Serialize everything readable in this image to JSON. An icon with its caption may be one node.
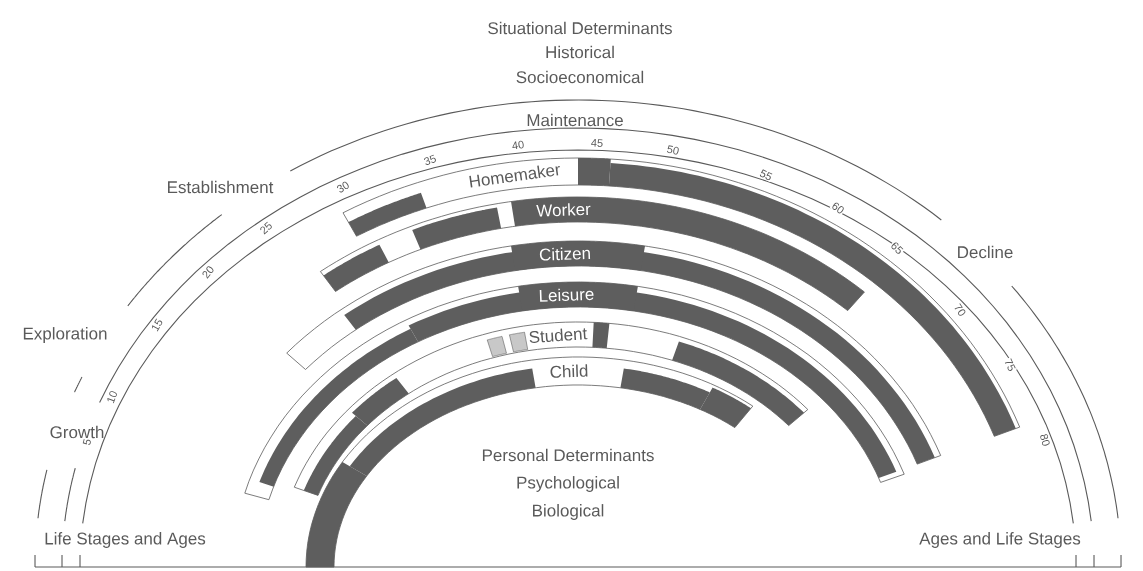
{
  "diagram": {
    "nodes": [
      {
        "text": [
          "Homemaker"
        ]
      },
      {
        "text": [
          "Worker"
        ]
      },
      {
        "text": [
          "Citizen"
        ]
      },
      {
        "text": [
          "Leisure"
        ]
      },
      {
        "text": [
          "Student"
        ]
      },
      {
        "text": [
          "Child"
        ]
      }
    ],
    "labels": [
      "Situational Determinants",
      "Historical",
      "Socioeconomical",
      "Maintenance",
      "5",
      "10",
      "15",
      "20",
      "25",
      "30",
      "35",
      "40",
      "45",
      "50",
      "55",
      "60",
      "65",
      "70",
      "75",
      "80",
      "Growth",
      "Exploration",
      "Establishment",
      "Decline",
      "Personal Determinants",
      "Psychological",
      "Biological",
      "Life Stages and Ages",
      "Ages and Life Stages"
    ]
  }
}
